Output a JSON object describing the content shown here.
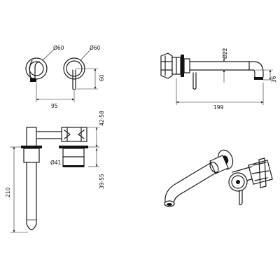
{
  "views": {
    "front": {
      "spout_diameter": "Ø60",
      "valve_diameter": "Ø60",
      "width": "95",
      "height": "60"
    },
    "side": {
      "pipe_diameter": "Ø22",
      "length": "199",
      "drop": "36"
    },
    "section": {
      "adjust_top": "42-58",
      "body_diameter": "Ø41",
      "adjust_bottom": "39-55",
      "spout_length": "210"
    },
    "isometric": {}
  }
}
